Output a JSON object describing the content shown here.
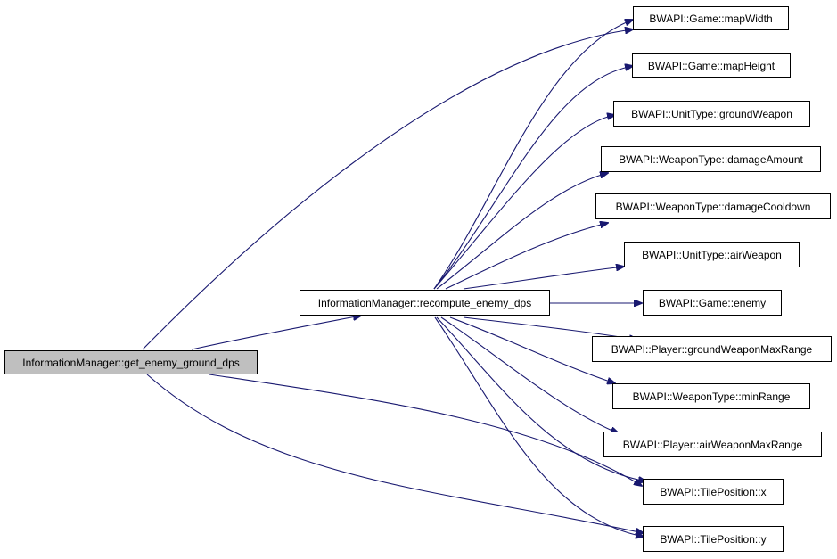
{
  "colors": {
    "edge": "#191970",
    "root_fill": "#bfbfbf",
    "node_fill": "#ffffff",
    "border": "#000000"
  },
  "nodes": {
    "root": "InformationManager::get_enemy_ground_dps",
    "recompute": "InformationManager::recompute_enemy_dps",
    "mapWidth": "BWAPI::Game::mapWidth",
    "mapHeight": "BWAPI::Game::mapHeight",
    "groundWeapon": "BWAPI::UnitType::groundWeapon",
    "damageAmount": "BWAPI::WeaponType::damageAmount",
    "damageCooldown": "BWAPI::WeaponType::damageCooldown",
    "airWeapon": "BWAPI::UnitType::airWeapon",
    "enemy": "BWAPI::Game::enemy",
    "groundWeaponMaxRange": "BWAPI::Player::groundWeaponMaxRange",
    "minRange": "BWAPI::WeaponType::minRange",
    "airWeaponMaxRange": "BWAPI::Player::airWeaponMaxRange",
    "tileX": "BWAPI::TilePosition::x",
    "tileY": "BWAPI::TilePosition::y"
  },
  "edges": [
    [
      "root",
      "recompute"
    ],
    [
      "root",
      "mapWidth"
    ],
    [
      "root",
      "tileX"
    ],
    [
      "root",
      "tileY"
    ],
    [
      "recompute",
      "mapWidth"
    ],
    [
      "recompute",
      "mapHeight"
    ],
    [
      "recompute",
      "groundWeapon"
    ],
    [
      "recompute",
      "damageAmount"
    ],
    [
      "recompute",
      "damageCooldown"
    ],
    [
      "recompute",
      "airWeapon"
    ],
    [
      "recompute",
      "enemy"
    ],
    [
      "recompute",
      "groundWeaponMaxRange"
    ],
    [
      "recompute",
      "minRange"
    ],
    [
      "recompute",
      "airWeaponMaxRange"
    ],
    [
      "recompute",
      "tileX"
    ],
    [
      "recompute",
      "tileY"
    ]
  ]
}
